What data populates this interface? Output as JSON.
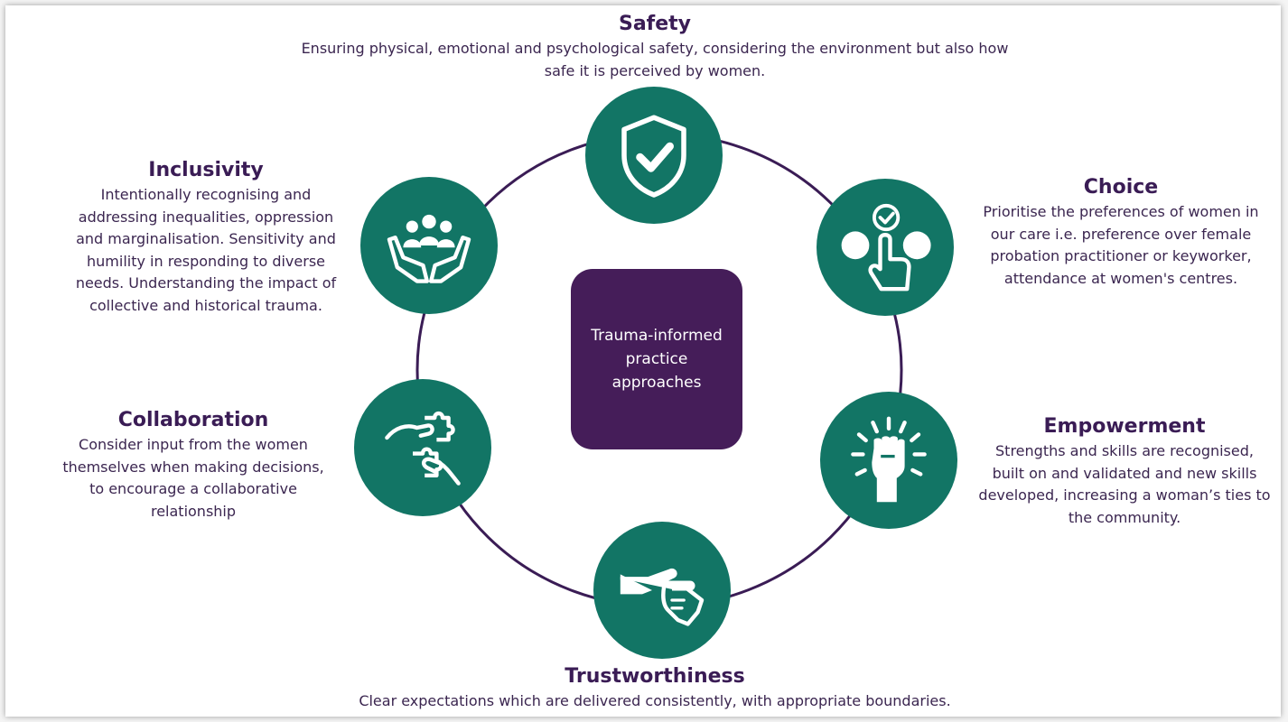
{
  "center": {
    "label": "Trauma-informed\npractice\napproaches"
  },
  "principles": {
    "safety": {
      "title": "Safety",
      "text": "Ensuring physical, emotional and psychological safety, considering the environment but also how safe it is perceived by women.",
      "icon": "shield-check-icon"
    },
    "choice": {
      "title": "Choice",
      "text": "Prioritise the preferences of women in our care  i.e. preference over female probation practitioner or keyworker, attendance at women's centres.",
      "icon": "choice-hand-icon"
    },
    "empowerment": {
      "title": "Empowerment",
      "text": "Strengths and skills are recognised, built on and validated and new skills developed, increasing a woman’s ties to the community.",
      "icon": "raised-fist-icon"
    },
    "trustworthiness": {
      "title": "Trustworthiness",
      "text": "Clear expectations which are delivered consistently, with appropriate boundaries.",
      "icon": "hands-touching-icon"
    },
    "collaboration": {
      "title": "Collaboration",
      "text": "Consider input from the women themselves when making decisions, to encourage a collaborative relationship",
      "icon": "puzzle-hands-icon"
    },
    "inclusivity": {
      "title": "Inclusivity",
      "text": "Intentionally recognising and addressing inequalities, oppression and marginalisation. Sensitivity and humility in responding to diverse needs. Understanding the impact of collective and historical trauma.",
      "icon": "people-in-hands-icon"
    }
  },
  "colors": {
    "node": "#127565",
    "center": "#451d59",
    "ring": "#3a1c55",
    "heading": "#3a1c55"
  }
}
